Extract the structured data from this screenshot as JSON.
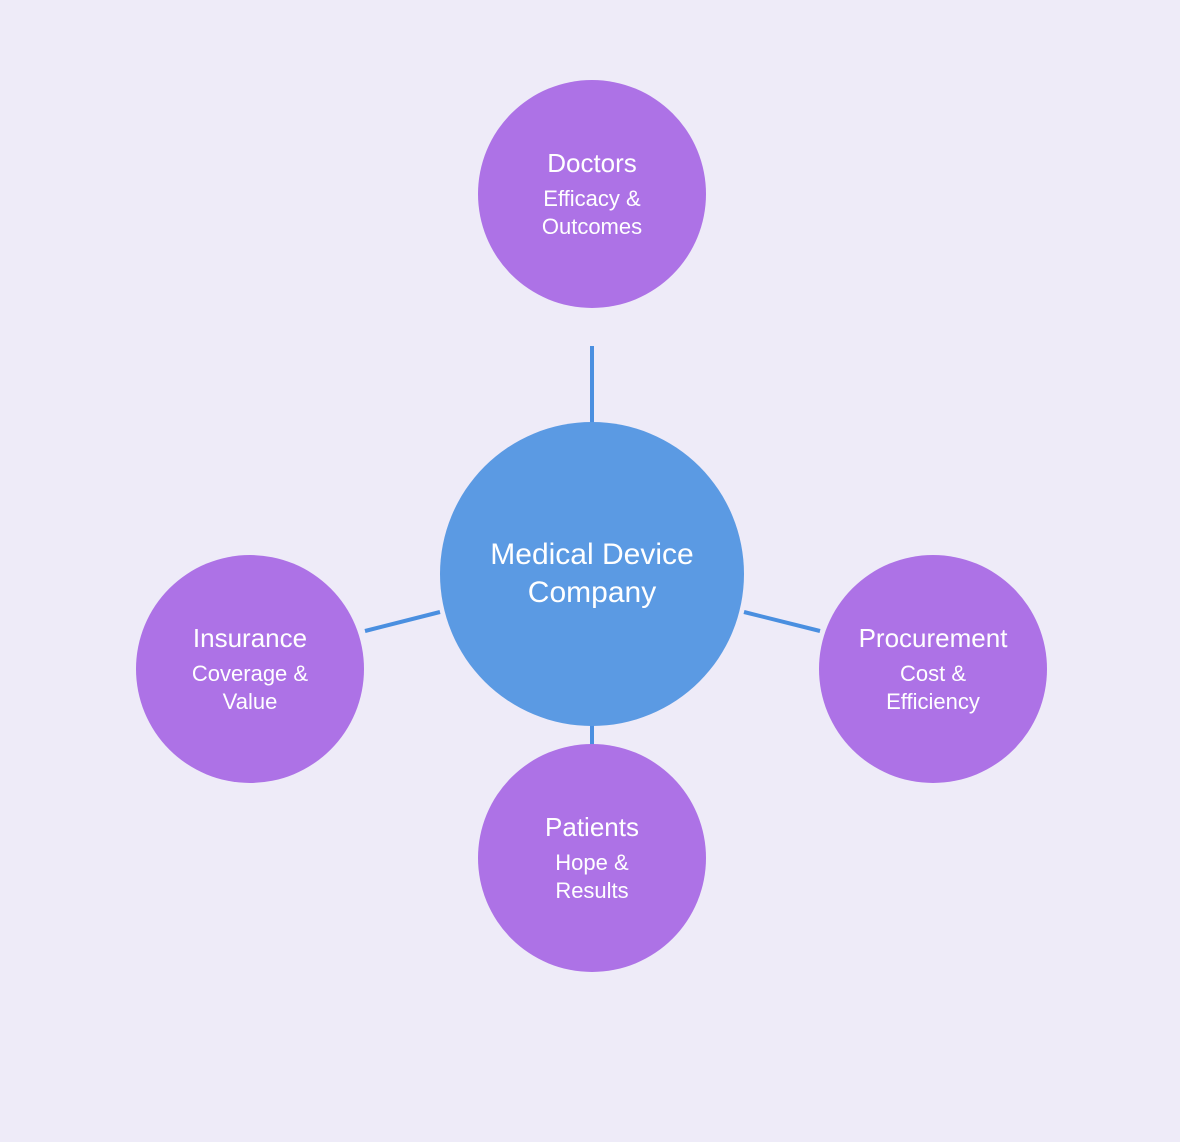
{
  "colors": {
    "background": "#EEEBF8",
    "center_fill": "#5B9AE3",
    "stakeholder_fill": "#AD72E6",
    "connector": "#4A8FE0",
    "text": "#FFFFFF"
  },
  "center": {
    "label": "Medical Device Company"
  },
  "stakeholders": [
    {
      "id": "doctors",
      "title": "Doctors",
      "subtitle": "Efficacy & Outcomes"
    },
    {
      "id": "procurement",
      "title": "Procurement",
      "subtitle": "Cost & Efficiency"
    },
    {
      "id": "patients",
      "title": "Patients",
      "subtitle": "Hope & Results"
    },
    {
      "id": "insurance",
      "title": "Insurance",
      "subtitle": "Coverage & Value"
    }
  ]
}
